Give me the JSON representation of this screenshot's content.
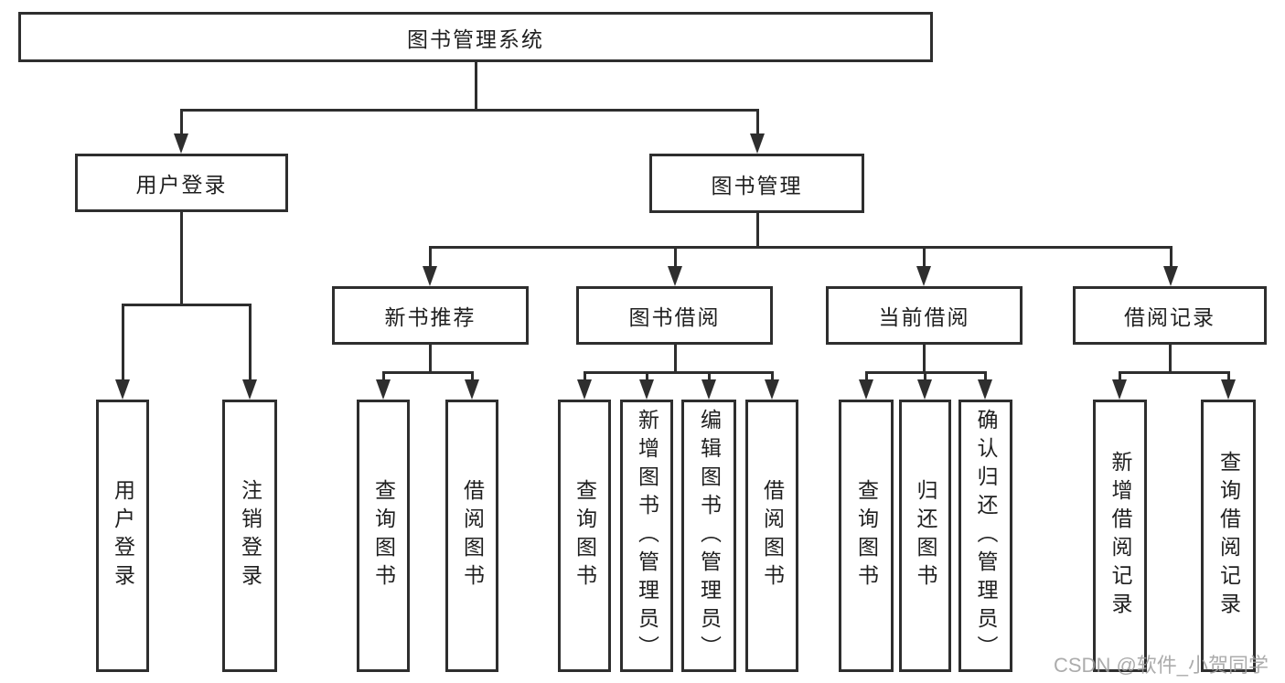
{
  "chart": {
    "root": {
      "label": "图书管理系统"
    },
    "level2": {
      "user_login": {
        "label": "用户登录"
      },
      "book_mgmt": {
        "label": "图书管理"
      }
    },
    "level3": {
      "new_book_rec": {
        "label": "新书推荐"
      },
      "book_borrow": {
        "label": "图书借阅"
      },
      "current_borrow": {
        "label": "当前借阅"
      },
      "borrow_records": {
        "label": "借阅记录"
      }
    },
    "leaves": {
      "user_login": {
        "label": "用户登录"
      },
      "logout": {
        "label": "注销登录"
      },
      "rec_query_books": {
        "label": "查询图书"
      },
      "rec_borrow_books": {
        "label": "借阅图书"
      },
      "bb_query_books": {
        "label": "查询图书"
      },
      "bb_add_books": {
        "label": "新增图书（管理员）"
      },
      "bb_edit_books": {
        "label": "编辑图书（管理员）"
      },
      "bb_borrow_books": {
        "label": "借阅图书"
      },
      "cb_query_books": {
        "label": "查询图书"
      },
      "cb_return_books": {
        "label": "归还图书"
      },
      "cb_confirm_return": {
        "label": "确认归还（管理员）"
      },
      "br_add_record": {
        "label": "新增借阅记录"
      },
      "br_query_record": {
        "label": "查询借阅记录"
      }
    }
  },
  "watermark": {
    "text": "CSDN @软件_小贺同学"
  },
  "colors": {
    "line": "#2e2e2e",
    "text": "#1f1f1f",
    "background": "#ffffff",
    "watermark": "#9e9e9e"
  }
}
